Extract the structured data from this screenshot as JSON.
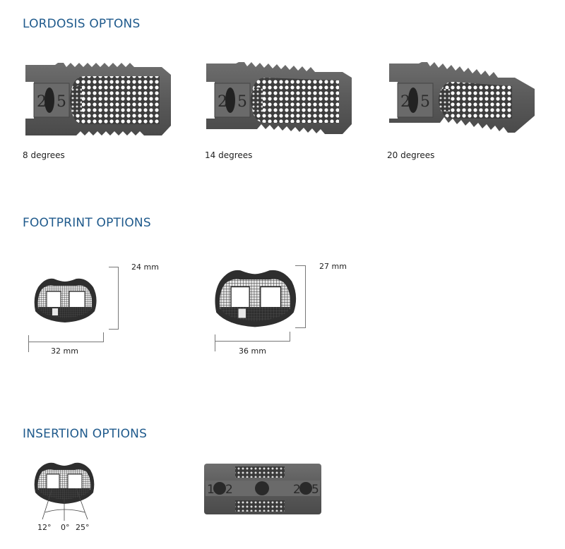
{
  "sections": {
    "lordosis": {
      "title": "LORDOSIS OPTONS",
      "items": [
        {
          "caption": "8 degrees",
          "marking_left": "2",
          "marking_right": "5"
        },
        {
          "caption": "14 degrees",
          "marking_left": "2",
          "marking_right": "5"
        },
        {
          "caption": "20 degrees",
          "marking_left": "2",
          "marking_right": "5"
        }
      ]
    },
    "footprint": {
      "title": "FOOTPRINT OPTIONS",
      "items": [
        {
          "height_label": "24 mm",
          "width_label": "32 mm"
        },
        {
          "height_label": "27 mm",
          "width_label": "36 mm"
        }
      ]
    },
    "insertion": {
      "title": "INSERTION OPTIONS",
      "angles": [
        "12°",
        "0°",
        "25°"
      ],
      "side_view": {
        "marking_left": "1",
        "marking_left2": "2",
        "marking_right": "2",
        "marking_right2": "5"
      }
    }
  },
  "colors": {
    "heading": "#1f5a8c",
    "implant_gray": "#5f5f5f",
    "implant_dark": "#3a3a3a",
    "dimension_line": "#777777"
  }
}
